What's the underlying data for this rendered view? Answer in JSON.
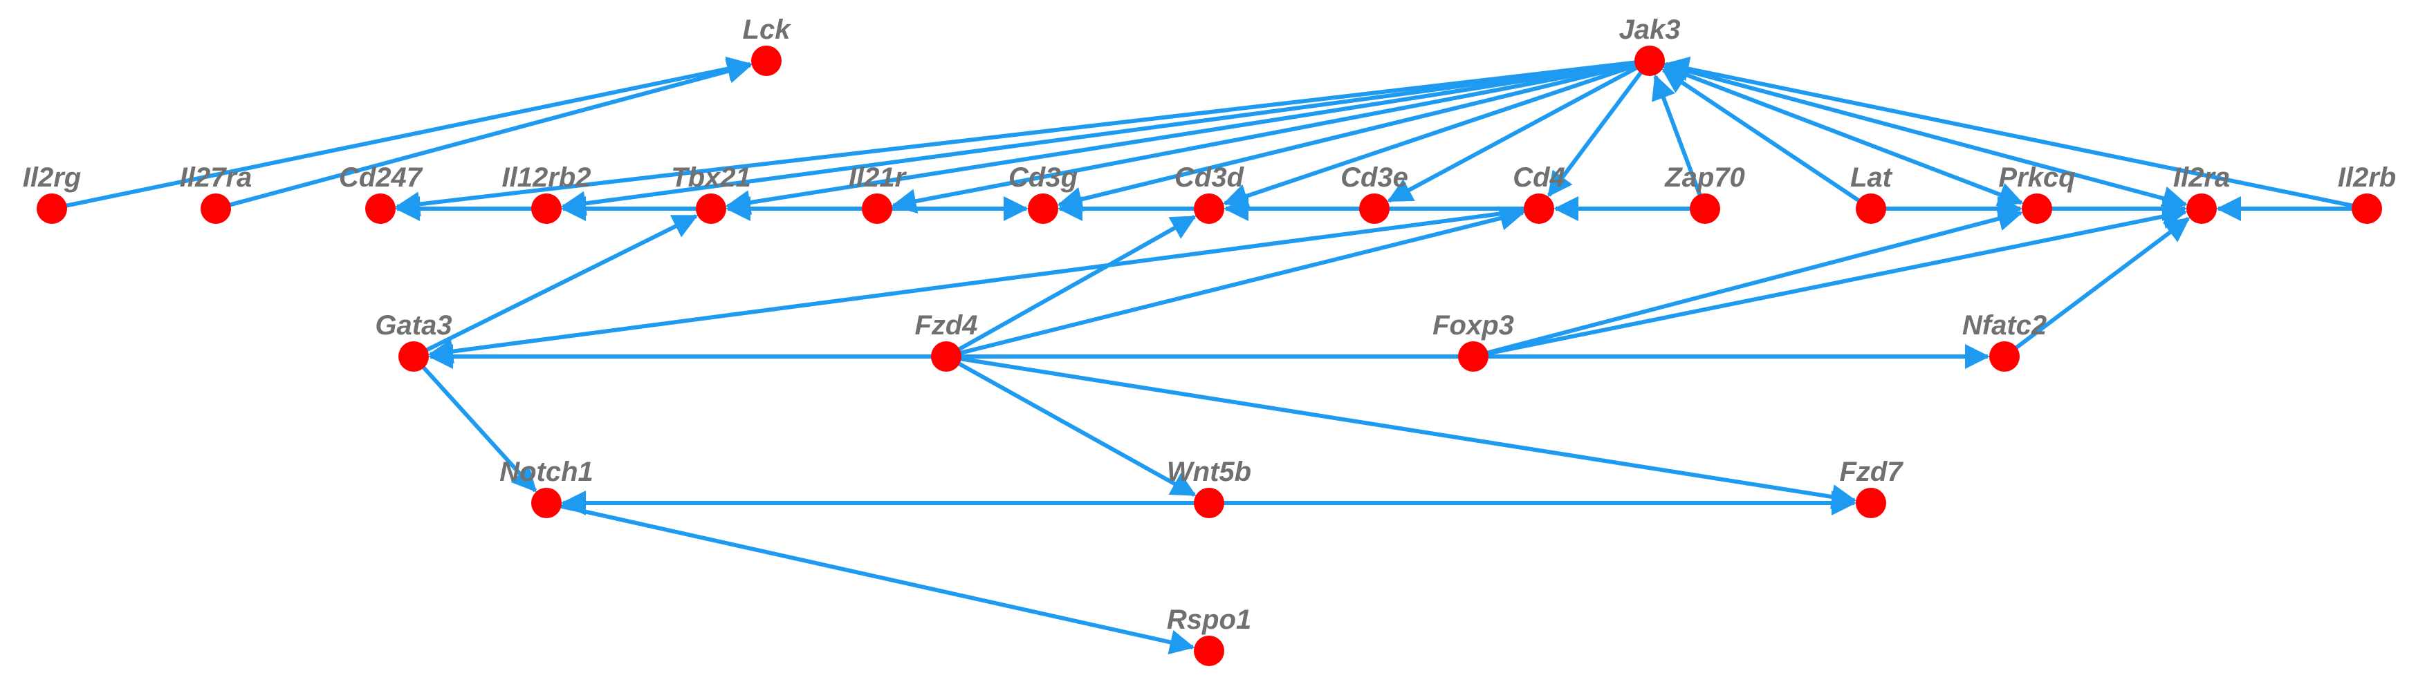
{
  "colors": {
    "node": "#ff0000",
    "edge": "#1e9bf0",
    "label": "#707070"
  },
  "nodes": [
    {
      "id": "Lck",
      "label": "Lck"
    },
    {
      "id": "Jak3",
      "label": "Jak3"
    },
    {
      "id": "Il2rg",
      "label": "Il2rg"
    },
    {
      "id": "Il27ra",
      "label": "Il27ra"
    },
    {
      "id": "Cd247",
      "label": "Cd247"
    },
    {
      "id": "Il12rb2",
      "label": "Il12rb2"
    },
    {
      "id": "Tbx21",
      "label": "Tbx21"
    },
    {
      "id": "Il21r",
      "label": "Il21r"
    },
    {
      "id": "Cd3g",
      "label": "Cd3g"
    },
    {
      "id": "Cd3d",
      "label": "Cd3d"
    },
    {
      "id": "Cd3e",
      "label": "Cd3e"
    },
    {
      "id": "Cd4",
      "label": "Cd4"
    },
    {
      "id": "Zap70",
      "label": "Zap70"
    },
    {
      "id": "Lat",
      "label": "Lat"
    },
    {
      "id": "Prkcq",
      "label": "Prkcq"
    },
    {
      "id": "Il2ra",
      "label": "Il2ra"
    },
    {
      "id": "Il2rb",
      "label": "Il2rb"
    },
    {
      "id": "Gata3",
      "label": "Gata3"
    },
    {
      "id": "Fzd4",
      "label": "Fzd4"
    },
    {
      "id": "Foxp3",
      "label": "Foxp3"
    },
    {
      "id": "Nfatc2",
      "label": "Nfatc2"
    },
    {
      "id": "Notch1",
      "label": "Notch1"
    },
    {
      "id": "Wnt5b",
      "label": "Wnt5b"
    },
    {
      "id": "Fzd7",
      "label": "Fzd7"
    },
    {
      "id": "Rspo1",
      "label": "Rspo1"
    }
  ],
  "edges": [
    {
      "from": "Il2rg",
      "to": "Lck"
    },
    {
      "from": "Il27ra",
      "to": "Lck"
    },
    {
      "from": "Jak3",
      "to": "Cd247"
    },
    {
      "from": "Jak3",
      "to": "Il12rb2"
    },
    {
      "from": "Jak3",
      "to": "Tbx21"
    },
    {
      "from": "Jak3",
      "to": "Il21r"
    },
    {
      "from": "Jak3",
      "to": "Cd3g"
    },
    {
      "from": "Jak3",
      "to": "Cd3d"
    },
    {
      "from": "Jak3",
      "to": "Cd3e"
    },
    {
      "from": "Jak3",
      "to": "Cd4"
    },
    {
      "from": "Zap70",
      "to": "Jak3"
    },
    {
      "from": "Lat",
      "to": "Jak3"
    },
    {
      "from": "Jak3",
      "to": "Prkcq"
    },
    {
      "from": "Jak3",
      "to": "Il2ra"
    },
    {
      "from": "Il2rb",
      "to": "Jak3"
    },
    {
      "from": "Il12rb2",
      "to": "Cd247"
    },
    {
      "from": "Tbx21",
      "to": "Il12rb2"
    },
    {
      "from": "Il21r",
      "to": "Tbx21"
    },
    {
      "from": "Il21r",
      "to": "Cd3g"
    },
    {
      "from": "Cd3d",
      "to": "Cd3g"
    },
    {
      "from": "Cd4",
      "to": "Cd3d"
    },
    {
      "from": "Zap70",
      "to": "Cd4"
    },
    {
      "from": "Lat",
      "to": "Prkcq"
    },
    {
      "from": "Prkcq",
      "to": "Il2ra"
    },
    {
      "from": "Il2rb",
      "to": "Il2ra"
    },
    {
      "from": "Gata3",
      "to": "Tbx21"
    },
    {
      "from": "Cd4",
      "to": "Gata3"
    },
    {
      "from": "Fzd4",
      "to": "Gata3"
    },
    {
      "from": "Fzd4",
      "to": "Cd3d"
    },
    {
      "from": "Fzd4",
      "to": "Cd4"
    },
    {
      "from": "Fzd4",
      "to": "Nfatc2"
    },
    {
      "from": "Foxp3",
      "to": "Prkcq"
    },
    {
      "from": "Foxp3",
      "to": "Il2ra"
    },
    {
      "from": "Nfatc2",
      "to": "Il2ra"
    },
    {
      "from": "Gata3",
      "to": "Notch1"
    },
    {
      "from": "Fzd4",
      "to": "Wnt5b"
    },
    {
      "from": "Fzd4",
      "to": "Fzd7"
    },
    {
      "from": "Wnt5b",
      "to": "Notch1"
    },
    {
      "from": "Wnt5b",
      "to": "Fzd7"
    },
    {
      "from": "Notch1",
      "to": "Rspo1"
    }
  ]
}
